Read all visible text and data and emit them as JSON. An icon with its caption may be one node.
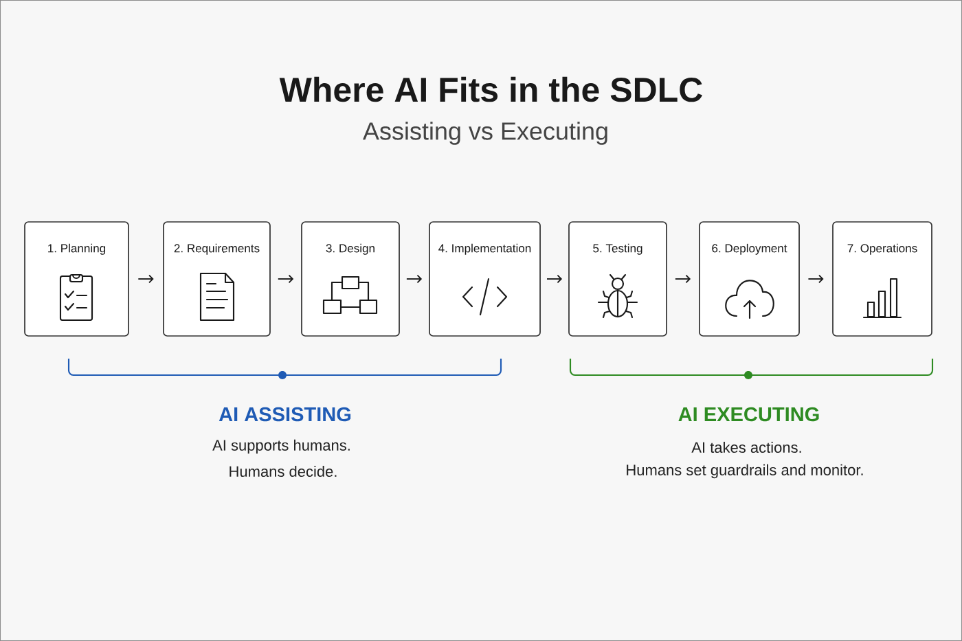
{
  "diagram": {
    "title": "Where AI Fits in the SDLC",
    "nodes": [
      {
        "text": [
          "1. Planning"
        ]
      },
      {
        "text": [
          "2. Requirements"
        ]
      },
      {
        "text": [
          "3. Design"
        ]
      },
      {
        "text": [
          "4. Implementation"
        ]
      },
      {
        "text": [
          "5. Testing"
        ]
      },
      {
        "text": [
          "6. Deployment"
        ]
      },
      {
        "text": [
          "7. Operations"
        ]
      }
    ],
    "edges": [
      {
        "from": 0,
        "to": 1,
        "arrow": "to"
      },
      {
        "from": 1,
        "to": 2,
        "arrow": "to"
      },
      {
        "from": 2,
        "to": 3,
        "arrow": "to"
      },
      {
        "from": 3,
        "to": 4,
        "arrow": "to"
      },
      {
        "from": 4,
        "to": 5,
        "arrow": "to"
      },
      {
        "from": 5,
        "to": 6,
        "arrow": "to"
      }
    ],
    "labels": [
      "Assisting vs Executing",
      "AI ASSISTING",
      "AI supports humans.",
      "Humans decide.",
      "AI EXECUTING",
      "AI takes actions.",
      "Humans set guardrails and monitor."
    ]
  }
}
